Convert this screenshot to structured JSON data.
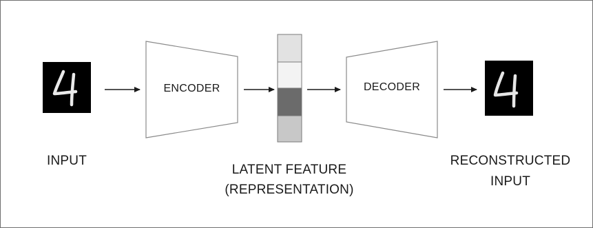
{
  "diagram": {
    "input_caption": "INPUT",
    "encoder_label": "ENCODER",
    "decoder_label": "DECODER",
    "latent_caption_line1": "LATENT FEATURE",
    "latent_caption_line2": "(REPRESENTATION)",
    "output_caption_line1": "RECONSTRUCTED",
    "output_caption_line2": "INPUT",
    "latent_cells": [
      {
        "color": "#e2e2e2"
      },
      {
        "color": "#f3f3f3"
      },
      {
        "color": "#6b6b6b"
      },
      {
        "color": "#c8c8c8"
      }
    ],
    "icons": {
      "input_image": "handwritten-digit-image-icon",
      "output_image": "handwritten-digit-image-icon"
    }
  }
}
